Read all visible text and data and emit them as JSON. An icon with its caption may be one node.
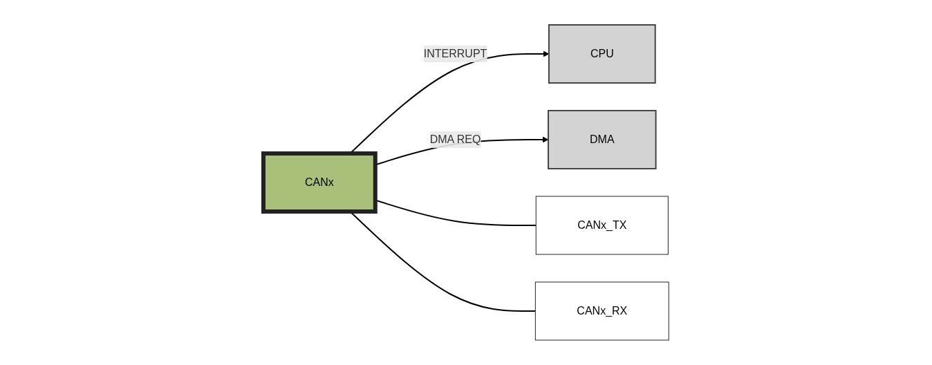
{
  "diagram": {
    "nodes": [
      {
        "text": [
          "CANx"
        ]
      },
      {
        "text": [
          "CPU"
        ]
      },
      {
        "text": [
          "DMA"
        ]
      },
      {
        "text": [
          "CANx_TX"
        ]
      },
      {
        "text": [
          "CANx_RX"
        ]
      }
    ],
    "edges": [
      {
        "from": 0,
        "to": 1,
        "arrow": "to",
        "label": "INTERRUPT"
      },
      {
        "from": 0,
        "to": 2,
        "arrow": "to",
        "label": "DMA REQ"
      },
      {
        "from": 0,
        "to": 3,
        "arrow": "none"
      },
      {
        "from": 0,
        "to": 4,
        "arrow": "none"
      }
    ]
  }
}
